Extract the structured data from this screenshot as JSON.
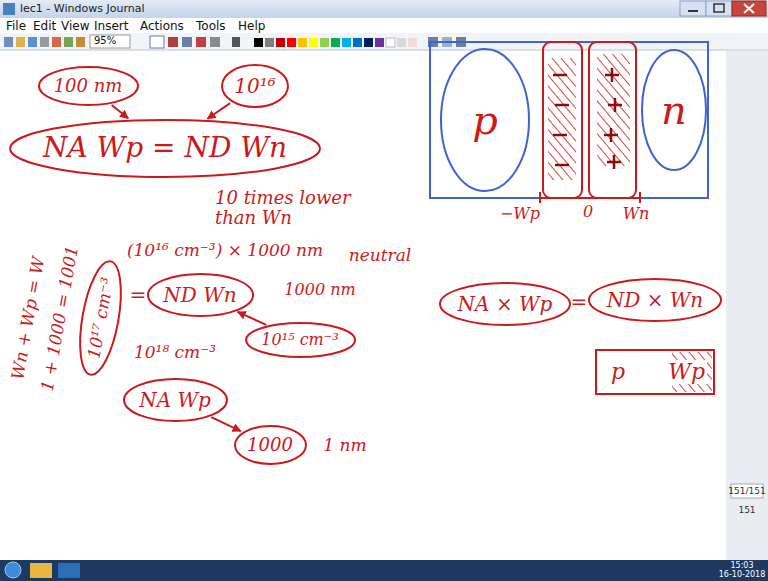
{
  "diagram": {
    "title": "lec1 - Windows Journal",
    "nodes": [
      {
        "text": [
          "100 nm"
        ]
      },
      {
        "text": [
          "NA Wp = ND Wn"
        ]
      },
      {
        "text": [
          "10¹⁶"
        ]
      },
      {
        "text": [
          "10¹⁷ cm⁻³"
        ]
      },
      {
        "text": [
          "ND Wn"
        ]
      },
      {
        "text": [
          "10¹⁵ cm⁻³"
        ]
      },
      {
        "text": [
          "NA Wp"
        ]
      },
      {
        "text": [
          "1000"
        ]
      },
      {
        "text": [
          "p"
        ]
      },
      {
        "text": [
          "n"
        ]
      },
      {
        "text": [
          "NA × Wp"
        ]
      },
      {
        "text": [
          "ND × Wn"
        ]
      },
      {
        "text": [
          "p",
          "Wp"
        ]
      }
    ],
    "edges": [
      {
        "from": 0,
        "to": 1,
        "arrow": "to"
      },
      {
        "from": 2,
        "to": 1,
        "arrow": "to"
      },
      {
        "from": 5,
        "to": 4,
        "arrow": "to"
      },
      {
        "from": 6,
        "to": 7,
        "arrow": "to"
      }
    ],
    "labels": [
      "File",
      "Edit",
      "View",
      "Insert",
      "Actions",
      "Tools",
      "Help",
      "95%",
      "10 times lower than Wn",
      "Wn + Wp = W",
      "1 + 1000 = 1001",
      "(10¹⁶ cm⁻³) × 1000 nm",
      "=",
      "1000 nm",
      "neutral",
      "10¹⁸ cm⁻³",
      "1 nm",
      "−Wp",
      "0",
      "Wn",
      "=",
      "151/151",
      "151",
      "15:03",
      "16-10-2018"
    ]
  }
}
